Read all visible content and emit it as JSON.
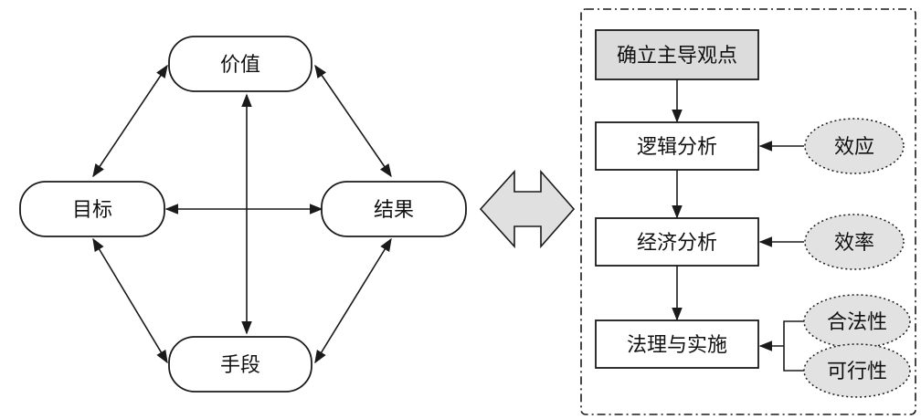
{
  "diamond": {
    "top": "价值",
    "left": "目标",
    "right": "结果",
    "bottom": "手段"
  },
  "process": {
    "steps": [
      "确立主导观点",
      "逻辑分析",
      "经济分析",
      "法理与实施"
    ],
    "factors": [
      "效应",
      "效率",
      "合法性",
      "可行性"
    ]
  },
  "colors": {
    "line": "#1a1a1a",
    "header_fill": "#dcdcdc",
    "ellipse_fill": "#e2e2e2",
    "bidir_arrow_fill": "#e0e0e0"
  }
}
